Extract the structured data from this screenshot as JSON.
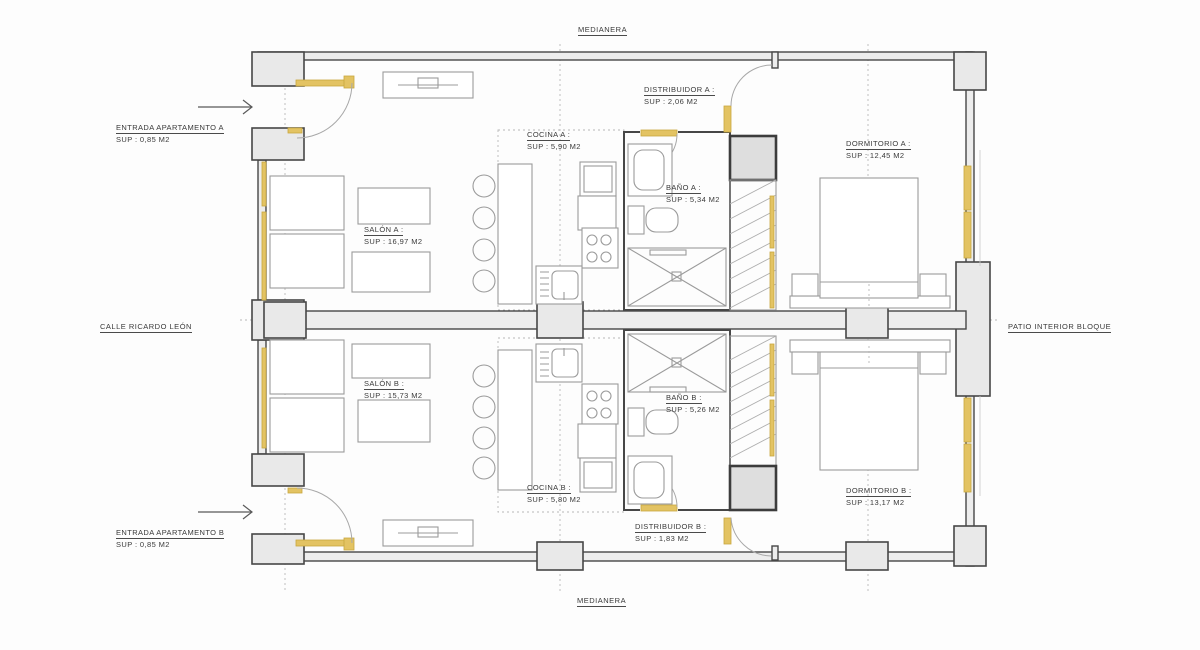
{
  "site_labels": {
    "top": "MEDIANERA",
    "bottom": "MEDIANERA",
    "left": "CALLE RICARDO LEÓN",
    "right": "PATIO INTERIOR BLOQUE"
  },
  "rooms": {
    "entrada_a": {
      "name": "ENTRADA APARTAMENTO A",
      "sup": "SUP : 0,85 M2"
    },
    "entrada_b": {
      "name": "ENTRADA APARTAMENTO B",
      "sup": "SUP : 0,85 M2"
    },
    "distribuidor_a": {
      "name": "DISTRIBUIDOR A :",
      "sup": "SUP : 2,06 M2"
    },
    "distribuidor_b": {
      "name": "DISTRIBUIDOR B :",
      "sup": "SUP : 1,83 M2"
    },
    "salon_a": {
      "name": "SALÓN A :",
      "sup": "SUP : 16,97 M2"
    },
    "salon_b": {
      "name": "SALÓN B :",
      "sup": "SUP : 15,73 M2"
    },
    "cocina_a": {
      "name": "COCINA A :",
      "sup": "SUP : 5,90 M2"
    },
    "cocina_b": {
      "name": "COCINA B :",
      "sup": "SUP : 5,80 M2"
    },
    "bano_a": {
      "name": "BAÑO A :",
      "sup": "SUP : 5,34 M2"
    },
    "bano_b": {
      "name": "BAÑO B :",
      "sup": "SUP : 5,26 M2"
    },
    "dormitorio_a": {
      "name": "DORMITORIO A :",
      "sup": "SUP : 12,45 M2"
    },
    "dormitorio_b": {
      "name": "DORMITORIO B :",
      "sup": "SUP : 13,17 M2"
    }
  },
  "colors": {
    "carpentry_yellow": "#e3c363",
    "wall_line": "#474747",
    "furniture_line": "#9b9b9b",
    "text": "#3a3a3a",
    "background": "#fdfdfd"
  }
}
